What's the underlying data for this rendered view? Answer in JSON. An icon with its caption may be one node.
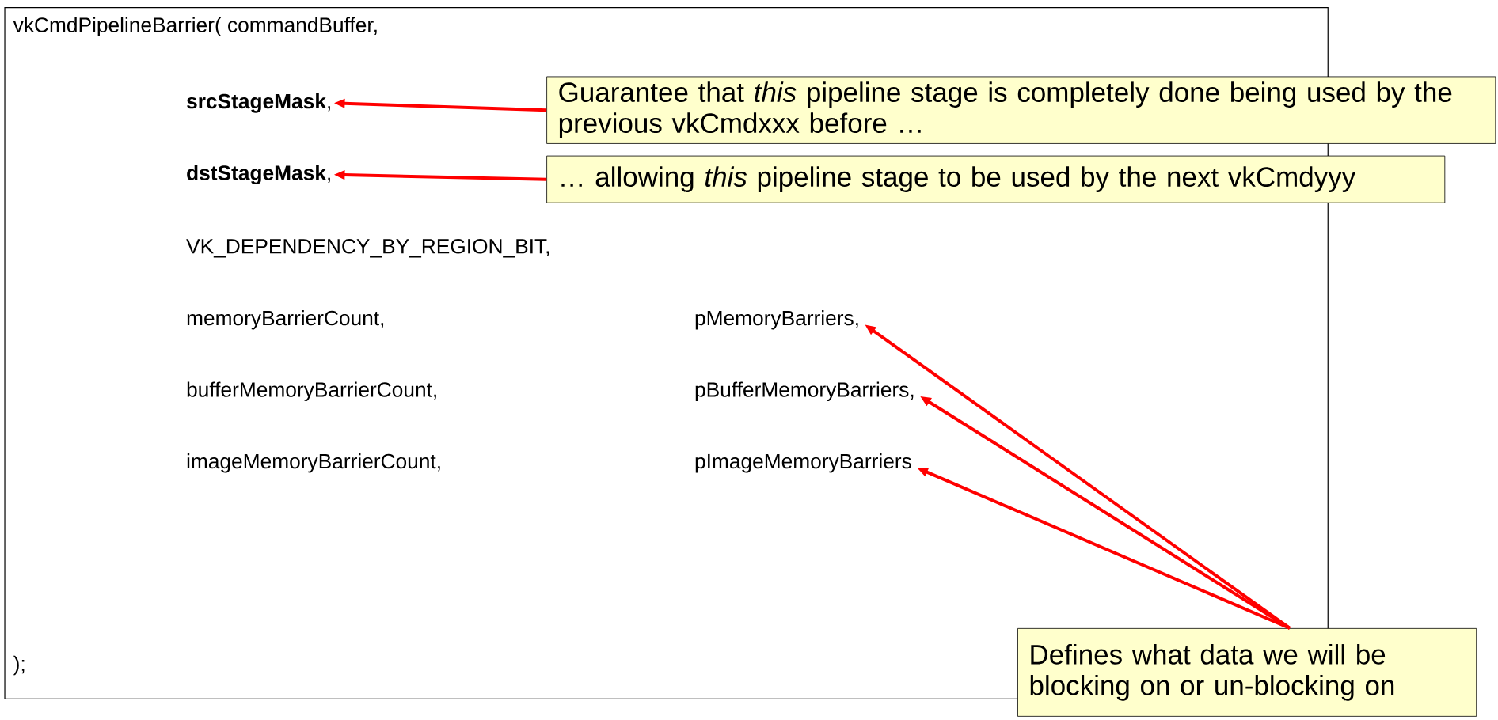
{
  "diagram": {
    "nodes": [
      {
        "text": [
          "vkCmdPipelineBarrier( commandBuffer,",
          "VK_DEPENDENCY_BY_REGION_BIT,",
          "memoryBarrierCount,",
          "bufferMemoryBarrierCount,",
          "imageMemoryBarrierCount,",
          ");"
        ]
      },
      {
        "text": [
          "**srcStageMask**,"
        ],
        "in": 0
      },
      {
        "text": [
          "**dstStageMask**,"
        ],
        "in": 0
      },
      {
        "text": [
          "pMemoryBarriers,"
        ],
        "in": 0
      },
      {
        "text": [
          "pBufferMemoryBarriers,"
        ],
        "in": 0
      },
      {
        "text": [
          "pImageMemoryBarriers"
        ],
        "in": 0
      },
      {
        "text": [
          "Guarantee that *this* pipeline stage is completely done being used by the previous vkCmdxxx before …"
        ]
      },
      {
        "text": [
          "… allowing *this* pipeline stage to be used by the next vkCmdyyy"
        ]
      },
      {
        "text": [
          "Defines what data we will be blocking on or un-blocking on"
        ]
      }
    ],
    "edges": [
      {
        "from": 6,
        "to": 1,
        "arrow": "to"
      },
      {
        "from": 7,
        "to": 2,
        "arrow": "to"
      },
      {
        "from": 8,
        "to": 3,
        "arrow": "to"
      },
      {
        "from": 8,
        "to": 4,
        "arrow": "to"
      },
      {
        "from": 8,
        "to": 5,
        "arrow": "to"
      }
    ]
  }
}
